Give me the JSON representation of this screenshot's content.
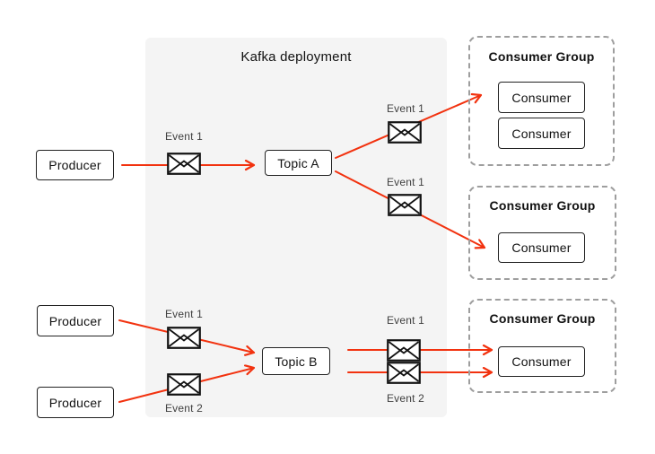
{
  "diagram": {
    "title": "Kafka deployment",
    "producers": [
      {
        "label": "Producer"
      },
      {
        "label": "Producer"
      },
      {
        "label": "Producer"
      }
    ],
    "topics": [
      {
        "label": "Topic A"
      },
      {
        "label": "Topic B"
      }
    ],
    "consumer_groups": [
      {
        "title": "Consumer Group",
        "consumers": [
          {
            "label": "Consumer"
          },
          {
            "label": "Consumer"
          }
        ]
      },
      {
        "title": "Consumer Group",
        "consumers": [
          {
            "label": "Consumer"
          }
        ]
      },
      {
        "title": "Consumer Group",
        "consumers": [
          {
            "label": "Consumer"
          }
        ]
      }
    ],
    "events": [
      {
        "label": "Event 1"
      },
      {
        "label": "Event 1"
      },
      {
        "label": "Event 1"
      },
      {
        "label": "Event 1"
      },
      {
        "label": "Event 2"
      },
      {
        "label": "Event 1"
      },
      {
        "label": "Event 2"
      }
    ],
    "colors": {
      "arrow": "#f2320f",
      "panel_background": "#f4f4f4",
      "group_border": "#9e9e9e",
      "node_border": "#222222"
    }
  }
}
